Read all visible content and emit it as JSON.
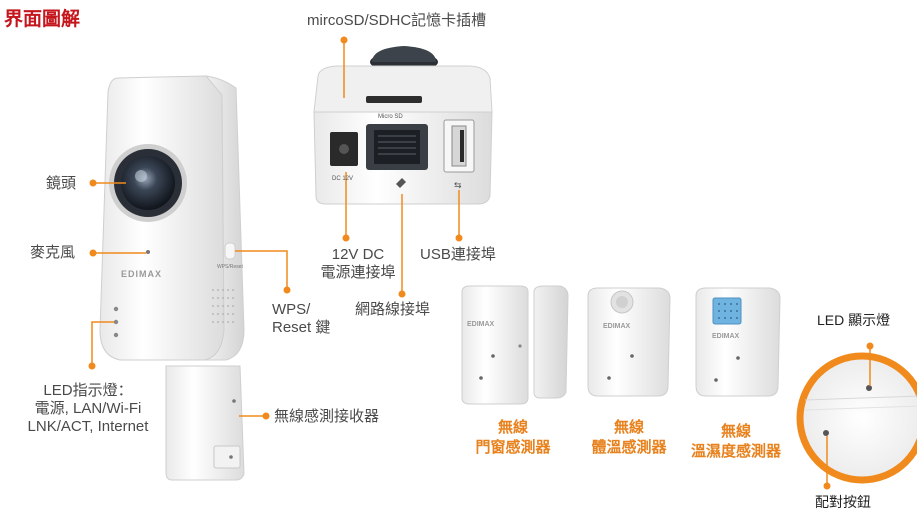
{
  "title": "界面圖解",
  "brand": "EDIMAX",
  "labels": {
    "microsd_slot": "mircoSD/SDHC記憶卡插槽",
    "lens": "鏡頭",
    "mic": "麥克風",
    "led_line1": "LED指示燈：",
    "led_line2": "電源, LAN/Wi-Fi",
    "led_line3": "LNK/ACT, Internet",
    "dc_line1": "12V DC",
    "dc_line2": "電源連接埠",
    "usb": "USB連接埠",
    "wps_line1": "WPS/",
    "wps_line2": "Reset 鍵",
    "ethernet": "網路線接埠",
    "receiver": "無線感測接收器",
    "led_display": "LED 顯示燈",
    "pair_button": "配對按鈕"
  },
  "sensors": [
    {
      "line1": "無線",
      "line2": "門窗感測器"
    },
    {
      "line1": "無線",
      "line2": "體溫感測器"
    },
    {
      "line1": "無線",
      "line2": "溫濕度感測器"
    }
  ],
  "device_text": {
    "micro_sd": "Micro SD",
    "dc12v": "DC 12V",
    "wps_reset": "WPS/Reset"
  },
  "colors": {
    "accent": "#f08a1c",
    "title": "#c4161c",
    "sensor_label": "#e8821e"
  }
}
